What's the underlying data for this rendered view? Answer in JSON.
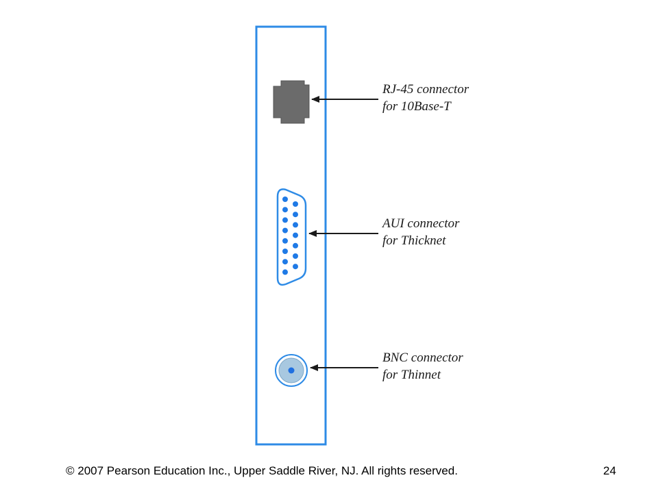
{
  "diagram": {
    "connectors": [
      {
        "line1": "RJ-45 connector",
        "line2": "for 10Base-T"
      },
      {
        "line1": "AUI connector",
        "line2": "for Thicknet"
      },
      {
        "line1": "BNC connector",
        "line2": "for Thinnet"
      }
    ]
  },
  "colors": {
    "panel_border": "#2e8be6",
    "rj45_fill": "#6b6b6b",
    "aui_pins": "#1f7ae6",
    "bnc_ring": "#a8c8e0",
    "bnc_center": "#1f6fe0",
    "arrow": "#1a1a1a"
  },
  "footer": {
    "copyright": "© 2007 Pearson Education Inc., Upper Saddle River, NJ. All rights reserved.",
    "page_number": "24"
  }
}
